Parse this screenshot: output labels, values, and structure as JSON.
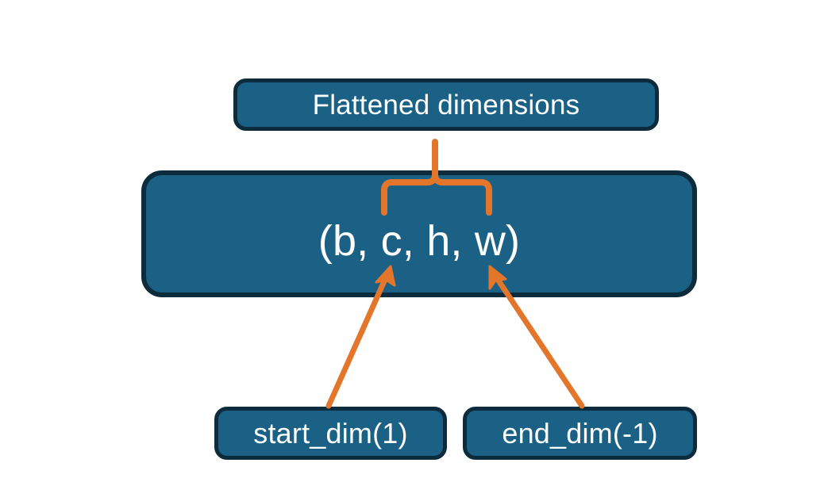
{
  "diagram": {
    "title": "Flatten dimensions diagram",
    "background_color": "#ffffff",
    "node_fill_color": "#1b6185",
    "node_border_color": "#0c2b3c",
    "node_text_color": "#ffffff",
    "accent_color": "#e4762c",
    "nodes": {
      "flattened": {
        "label": "Flattened dimensions"
      },
      "shape": {
        "label": "(b, c, h, w)"
      },
      "start_dim": {
        "label": "start_dim(1)"
      },
      "end_dim": {
        "label": "end_dim(-1)"
      }
    },
    "connectors": [
      {
        "name": "brace-to-flattened",
        "from": "shape-dims-group",
        "to": "flattened",
        "style": "curly-brace",
        "color": "#e4762c"
      },
      {
        "name": "start-dim-arrow",
        "from": "start_dim",
        "to": "shape",
        "style": "arrow",
        "color": "#e4762c"
      },
      {
        "name": "end-dim-arrow",
        "from": "end_dim",
        "to": "shape",
        "style": "arrow",
        "color": "#e4762c"
      }
    ]
  }
}
